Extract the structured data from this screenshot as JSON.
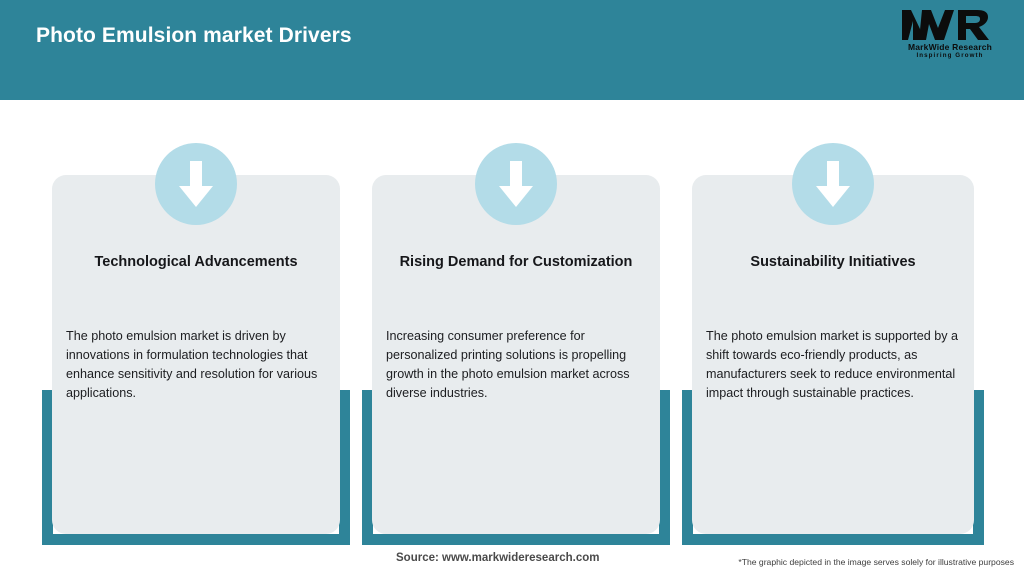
{
  "header": {
    "title": "Photo Emulsion market Drivers",
    "background_color": "#2e8499",
    "title_color": "#ffffff"
  },
  "logo": {
    "mark": "MWR",
    "name": "MarkWide Research",
    "tagline": "Inspiring Growth"
  },
  "cards": [
    {
      "icon": "down-arrow-icon",
      "title": "Technological Advancements",
      "body": "The photo emulsion market is driven by innovations in formulation technologies that enhance sensitivity and resolution for various applications."
    },
    {
      "icon": "down-arrow-icon",
      "title": "Rising Demand for Customization",
      "body": "Increasing consumer preference for personalized printing solutions is propelling growth in the photo emulsion market across diverse industries."
    },
    {
      "icon": "down-arrow-icon",
      "title": "Sustainability Initiatives",
      "body": "The photo emulsion market is supported by a shift towards eco-friendly products, as manufacturers seek to reduce environmental impact through sustainable practices."
    }
  ],
  "footer": {
    "source": "Source: www.markwideresearch.com",
    "disclaimer": "*The graphic depicted in the image serves solely for illustrative purposes"
  },
  "colors": {
    "teal": "#2e8499",
    "card_background": "#e8ecee",
    "badge_blue": "#b3dce8",
    "arrow_white": "#ffffff",
    "page_background": "#ffffff"
  }
}
